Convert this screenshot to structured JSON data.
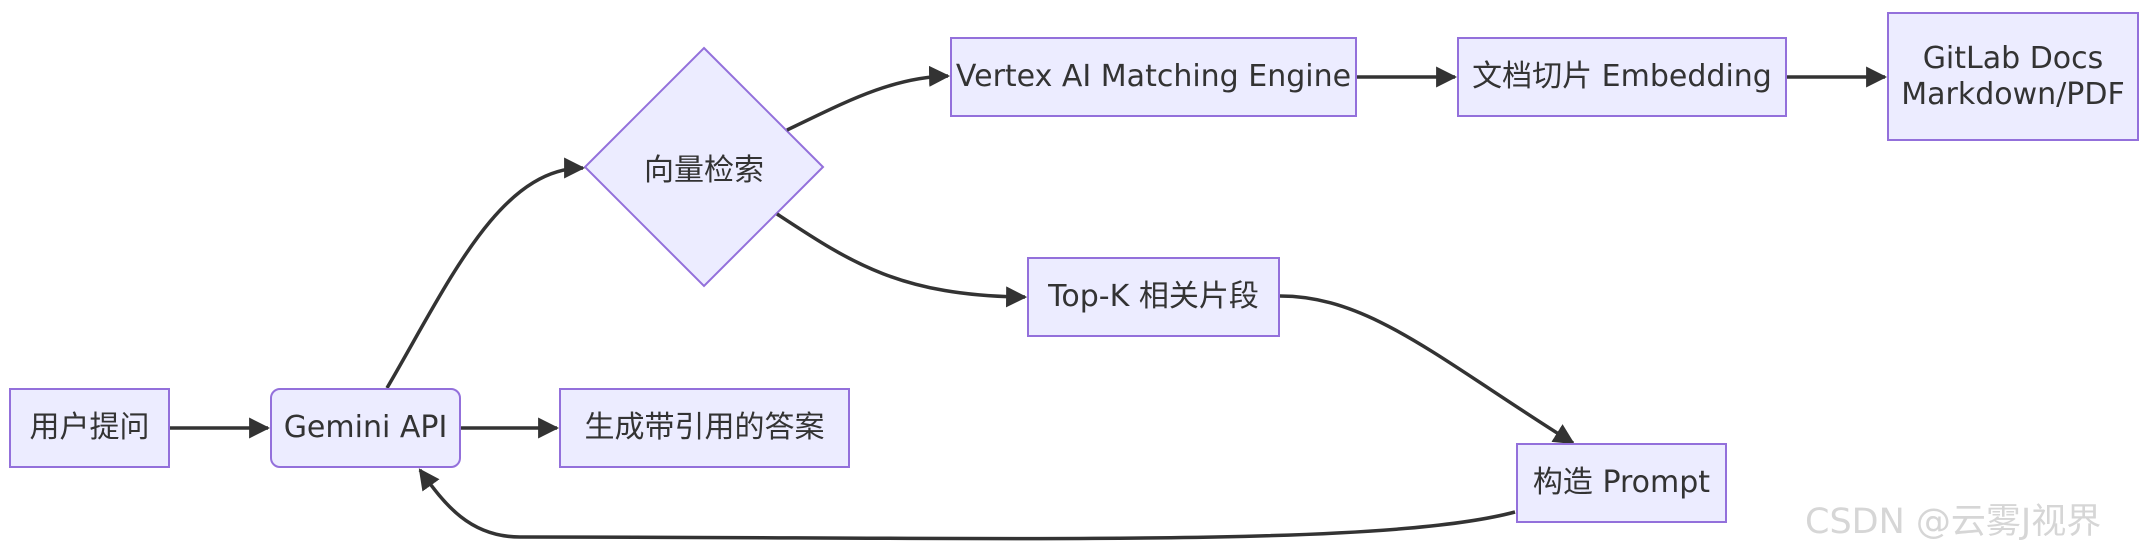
{
  "nodes": {
    "user_question": "用户提问",
    "gemini_api": "Gemini API",
    "answer": "生成带引用的答案",
    "vector_search": "向量检索",
    "matching_engine": "Vertex AI Matching Engine",
    "doc_chunk": "文档切片 Embedding",
    "gitlab_docs_line1": "GitLab Docs",
    "gitlab_docs_line2": "Markdown/PDF",
    "topk": "Top-K 相关片段",
    "build_prompt": "构造 Prompt"
  },
  "colors": {
    "node_fill": "#ECECFF",
    "node_border": "#9370DB",
    "edge": "#333333",
    "text": "#333333",
    "watermark": "#d6d6d6"
  },
  "watermark": "CSDN @云雾J视界"
}
